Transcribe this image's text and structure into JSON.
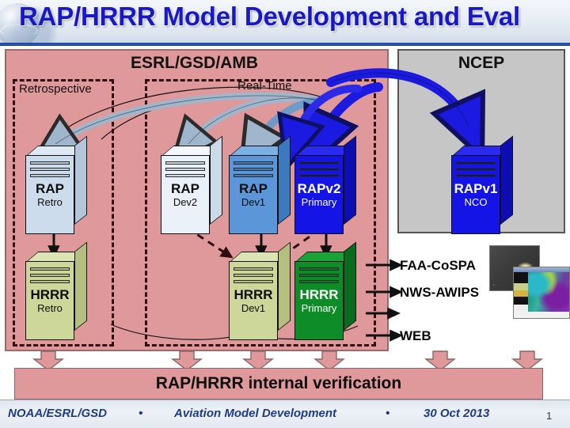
{
  "slide": {
    "title": "RAP/HRRR Model Development and Eval",
    "page_number": "1"
  },
  "panels": {
    "esrl": {
      "title": "ESRL/GSD/AMB",
      "color": "#e0999a"
    },
    "ncep": {
      "title": "NCEP",
      "color": "#c6c6c6"
    }
  },
  "groups": {
    "retrospective": {
      "label": "Retrospective"
    },
    "realtime": {
      "label": "Real-Time"
    }
  },
  "servers": [
    {
      "id": "rap-retro",
      "name": "RAP",
      "sub": "Retro",
      "color": "#ccdcec"
    },
    {
      "id": "rap-dev2",
      "name": "RAP",
      "sub": "Dev2",
      "color": "#eaf1f8"
    },
    {
      "id": "rap-dev1",
      "name": "RAP",
      "sub": "Dev1",
      "color": "#5a96d8"
    },
    {
      "id": "rapv2",
      "name": "RAPv2",
      "sub": "Primary",
      "color": "#1414e6"
    },
    {
      "id": "rapv1",
      "name": "RAPv1",
      "sub": "NCO",
      "color": "#1414e6"
    },
    {
      "id": "hrrr-retro",
      "name": "HRRR",
      "sub": "Retro",
      "color": "#cdd79a"
    },
    {
      "id": "hrrr-dev1",
      "name": "HRRR",
      "sub": "Dev1",
      "color": "#cdd79a"
    },
    {
      "id": "hrrr-primary",
      "name": "HRRR",
      "sub": "Primary",
      "color": "#0d8c28"
    }
  ],
  "outputs": [
    {
      "label": "FAA-CoSPA"
    },
    {
      "label": "NWS-AWIPS"
    },
    {
      "label": "WEB"
    }
  ],
  "verification": {
    "label": "RAP/HRRR internal verification"
  },
  "footer": {
    "organization": "NOAA/ESRL/GSD",
    "bullet1": "•",
    "middle": "Aviation Model Development",
    "bullet2": "•",
    "date": "30 Oct 2013"
  }
}
